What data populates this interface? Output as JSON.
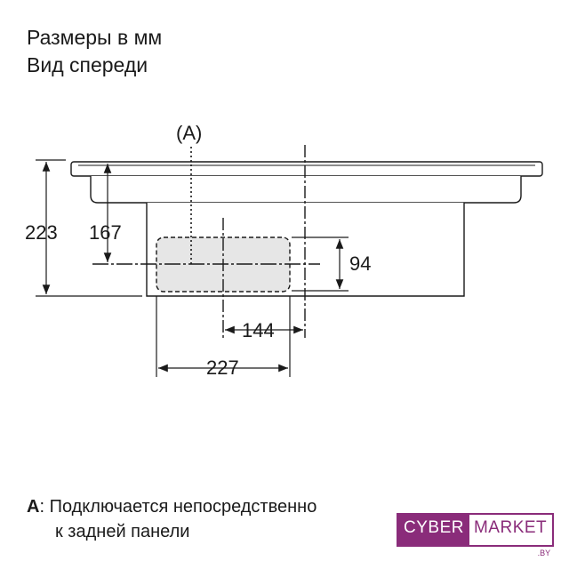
{
  "title": {
    "line1": "Размеры в мм",
    "line2": "Вид спереди"
  },
  "diagram": {
    "callout_label": "(A)",
    "dimensions": {
      "overall_height": "223",
      "height_to_connection": "167",
      "connection_box_height": "94",
      "offset_to_centerline": "144",
      "connection_box_width": "227"
    }
  },
  "note": {
    "marker": "A",
    "line1_text": ": Подключается непосредственно",
    "line2_text": "к задней панели"
  },
  "logo": {
    "part1": "CYBER",
    "part2": "MARKET",
    "suffix": ".BY",
    "color": "#8a2c7a"
  }
}
